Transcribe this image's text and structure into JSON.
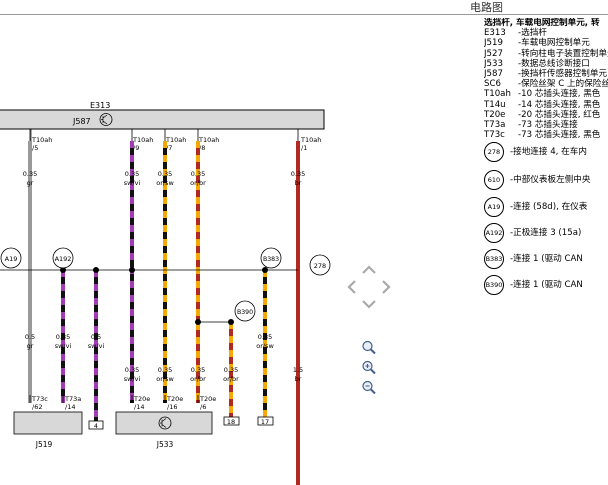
{
  "header": {
    "title": "电路图"
  },
  "diagram": {
    "components": {
      "e313": "E313",
      "j587": "J587",
      "j519": "J519",
      "j533": "J533"
    },
    "top_pins": [
      {
        "id": "p1",
        "conn": "T10ah",
        "pin": "/5"
      },
      {
        "id": "p2",
        "conn": "T10ah",
        "pin": "/9"
      },
      {
        "id": "p3",
        "conn": "T10ah",
        "pin": "/7"
      },
      {
        "id": "p4",
        "conn": "T10ah",
        "pin": "/8"
      },
      {
        "id": "p5",
        "conn": "T10ah",
        "pin": "/1"
      }
    ],
    "top_wires": [
      {
        "size": "0.35",
        "color": "gr"
      },
      {
        "size": "0.35",
        "color": "sw/vi"
      },
      {
        "size": "0.35",
        "color": "or/sw"
      },
      {
        "size": "0.35",
        "color": "or/br"
      },
      {
        "size": "0.35",
        "color": "br"
      }
    ],
    "splices": [
      "A19",
      "A192",
      "B383",
      "B390"
    ],
    "ref_278": "278",
    "mid_wires": [
      {
        "size": "0.5",
        "color": "gr"
      },
      {
        "size": "0.35",
        "color": "sw/vi"
      },
      {
        "size": "0.5",
        "color": "sw/vi"
      },
      {
        "size": "0.35",
        "color": "sw/vi"
      },
      {
        "size": "0.35",
        "color": "or/sw"
      },
      {
        "size": "0.35",
        "color": "or/br"
      },
      {
        "size": "0.35",
        "color": "or/br"
      },
      {
        "size": "0.35",
        "color": "or/sw"
      },
      {
        "size": "1.5",
        "color": "br"
      }
    ],
    "bottom_pins": [
      {
        "conn": "T73c",
        "pin": "/62"
      },
      {
        "conn": "T73a",
        "pin": "/14"
      },
      {
        "conn": "T20e",
        "pin": "/14"
      },
      {
        "conn": "T20e",
        "pin": "/16"
      },
      {
        "conn": "T20e",
        "pin": "/6"
      }
    ],
    "page_refs": [
      "4",
      "18",
      "17"
    ]
  },
  "legend": {
    "title": "选挡杆, 车载电网控制单元, 转",
    "items": [
      {
        "code": "E313",
        "desc": "-选挡杆"
      },
      {
        "code": "J519",
        "desc": "-车载电网控制单元"
      },
      {
        "code": "J527",
        "desc": "-转向柱电子装置控制单元"
      },
      {
        "code": "J533",
        "desc": "-数据总线诊断接口"
      },
      {
        "code": "J587",
        "desc": "-换挡杆传感器控制单元"
      },
      {
        "code": "SC6",
        "desc": "-保险丝架 C 上的保险丝"
      },
      {
        "code": "T10ah",
        "desc": "-10 芯插头连接, 黑色"
      },
      {
        "code": "T14u",
        "desc": "-14 芯插头连接, 黑色"
      },
      {
        "code": "T20e",
        "desc": "-20 芯插头连接, 红色"
      },
      {
        "code": "T73a",
        "desc": "-73 芯插头连接"
      },
      {
        "code": "T73c",
        "desc": "-73 芯插头连接, 黑色"
      }
    ],
    "circles": [
      {
        "code": "278",
        "desc": "-接地连接 4, 在车内"
      },
      {
        "code": "610",
        "desc": "-中部仪表板左侧中央"
      },
      {
        "code": "A19",
        "desc": "-连接 (58d), 在仪表"
      },
      {
        "code": "A192",
        "desc": "-正极连接 3 (15a)"
      },
      {
        "code": "B383",
        "desc": "-连接 1 (驱动 CAN"
      },
      {
        "code": "B390",
        "desc": "-连接 1 (驱动 CAN"
      }
    ]
  },
  "controls": {
    "pan_up": "chevron-up-icon",
    "pan_down": "chevron-down-icon",
    "pan_left": "chevron-left-icon",
    "pan_right": "chevron-right-icon",
    "zoom_fit": "zoom-fit-icon",
    "zoom_in": "zoom-in-icon",
    "zoom_out": "zoom-out-icon"
  },
  "colors": {
    "gr": "#9a9a9a",
    "sw": "#111111",
    "vi": "#a23bb5",
    "or": "#f5a800",
    "br": "#b02a22"
  }
}
